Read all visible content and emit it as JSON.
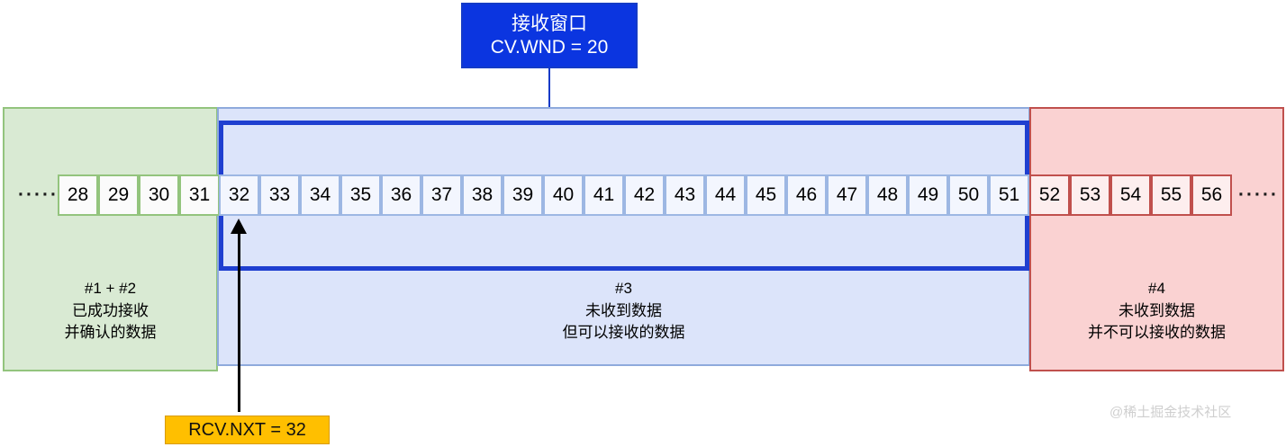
{
  "callout": {
    "title": "接收窗口",
    "value_label": "CV.WND = 20",
    "box_color": "#0b35e0",
    "text_color": "#ffffff"
  },
  "window_outline": {
    "color": "#1f3fd0",
    "covers_sequence_from": 32,
    "covers_sequence_to": 51,
    "size": 20
  },
  "regions": [
    {
      "id": "acked",
      "caption_line1": "#1 + #2",
      "caption_line2": "已成功接收",
      "caption_line3": "并确认的数据",
      "fill": "#d9ead3",
      "border": "#93c47d",
      "leading_ellipsis": "·····",
      "cells": [
        "28",
        "29",
        "30",
        "31"
      ]
    },
    {
      "id": "receivable",
      "caption_line1": "#3",
      "caption_line2": "未收到数据",
      "caption_line3": "但可以接收的数据",
      "fill": "#dce4fa",
      "border": "#8faadc",
      "cells": [
        "32",
        "33",
        "34",
        "35",
        "36",
        "37",
        "38",
        "39",
        "40",
        "41",
        "42",
        "43",
        "44",
        "45",
        "46",
        "47",
        "48",
        "49",
        "50",
        "51"
      ]
    },
    {
      "id": "not-receivable",
      "caption_line1": "#4",
      "caption_line2": "未收到数据",
      "caption_line3": "并不可以接收的数据",
      "fill": "#fad2d2",
      "border": "#c0504d",
      "trailing_ellipsis": "·····",
      "cells": [
        "52",
        "53",
        "54",
        "55",
        "56"
      ]
    }
  ],
  "rcv_nxt": {
    "label": "RCV.NXT = 32",
    "box_color": "#ffbf00",
    "points_at_cell": "32"
  },
  "watermark": {
    "text": "@稀土掘金技术社区"
  }
}
